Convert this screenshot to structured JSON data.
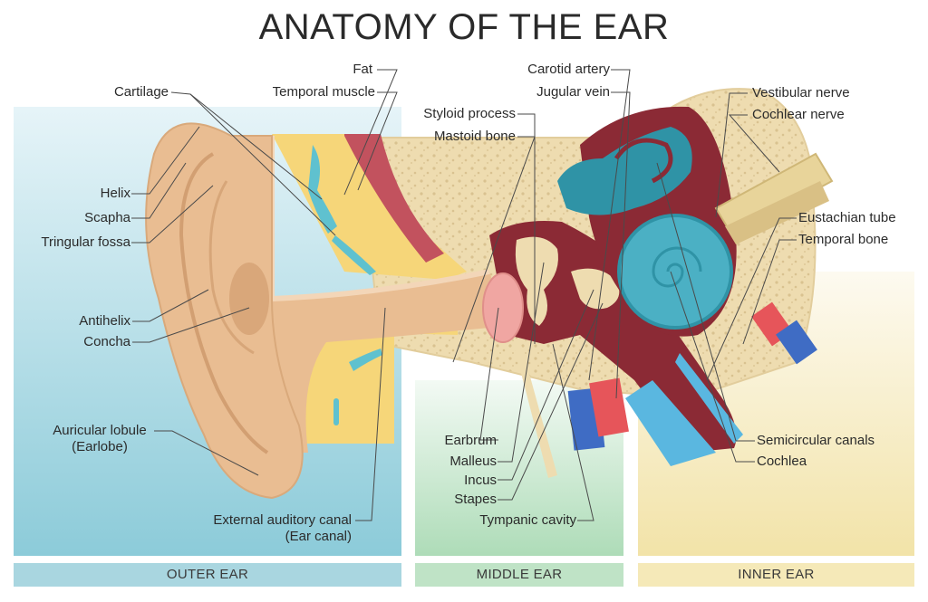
{
  "title": "ANATOMY OF THE EAR",
  "labels": {
    "fat": "Fat",
    "temporal_muscle": "Temporal muscle",
    "cartilage": "Cartilage",
    "helix": "Helix",
    "scapha": "Scapha",
    "triangular_fossa": "Tringular fossa",
    "antihelix": "Antihelix",
    "concha": "Concha",
    "lobule_1": "Auricular lobule",
    "lobule_2": "(Earlobe)",
    "canal_1": "External auditory canal",
    "canal_2": "(Ear canal)",
    "carotid_artery": "Carotid artery",
    "jugular_vein": "Jugular vein",
    "styloid_process": "Styloid process",
    "mastoid_bone": "Mastoid bone",
    "eardrum": "Earbrum",
    "malleus": "Malleus",
    "incus": "Incus",
    "stapes": "Stapes",
    "tympanic_cavity": "Tympanic cavity",
    "vestibular_nerve": "Vestibular nerve",
    "cochlear_nerve": "Cochlear nerve",
    "eustachian_tube": "Eustachian tube",
    "temporal_bone": "Temporal bone",
    "semicircular_canals": "Semicircular canals",
    "cochlea": "Cochlea"
  },
  "sections": {
    "outer": "OUTER EAR",
    "middle": "MIDDLE EAR",
    "inner": "INNER EAR"
  },
  "colors": {
    "outer": "#a9d6e0",
    "middle": "#bfe3c6",
    "inner": "#f5e9b8",
    "skin": "#e9bd92",
    "bone": "#eedcb0",
    "fat": "#f6d679",
    "muscle": "#c2525e",
    "inner_ear": "#2f93a6",
    "artery": "#e6555a",
    "vein": "#3f6cc4"
  }
}
